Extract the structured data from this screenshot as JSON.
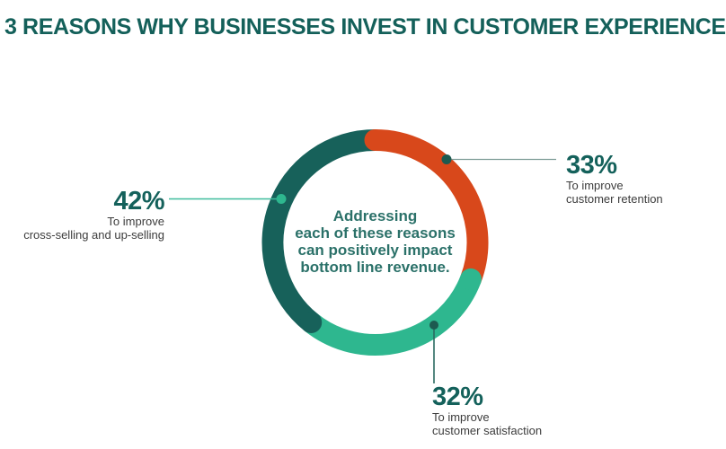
{
  "header": {
    "title": "3 REASONS WHY BUSINESSES INVEST IN CUSTOMER EXPERIENCE"
  },
  "chart_data": {
    "type": "pie",
    "subtype": "donut",
    "title": "3 Reasons Why Businesses Invest in Customer Experience",
    "legend_position": "callouts-around-ring",
    "segments": [
      {
        "label": "To improve customer retention",
        "pct_label": "33%",
        "value": 33,
        "color": "#d8481b"
      },
      {
        "label": "To improve customer satisfaction",
        "pct_label": "32%",
        "value": 32,
        "color": "#2eb78f"
      },
      {
        "label": "To improve cross-selling and up-selling",
        "pct_label": "42%",
        "value": 42,
        "color": "#17615a"
      }
    ],
    "center_note": "Addressing each of these reasons can positively impact bottom line revenue."
  },
  "center_note": {
    "lines": [
      "Addressing",
      "each of these reasons",
      "can positively impact",
      "bottom line revenue."
    ]
  },
  "callouts": {
    "cross_selling": {
      "pct": "42%",
      "line1": "To improve",
      "line2": "cross-selling and up-selling"
    },
    "retention": {
      "pct": "33%",
      "line1": "To improve",
      "line2": "customer retention"
    },
    "satisfaction": {
      "pct": "32%",
      "line1": "To improve",
      "line2": "customer satisfaction"
    }
  },
  "colors": {
    "title_teal": "#14605a",
    "dark_teal": "#17615a",
    "orange": "#d8481b",
    "green": "#2eb78f",
    "center_text_teal": "#2b7169",
    "label_gray": "#3c3c3c",
    "leader_green": "#3fbd9c",
    "leader_gray": "#7d9c96",
    "leader_dark": "#1d5a50",
    "leader_vertical": "#2a6a60"
  }
}
